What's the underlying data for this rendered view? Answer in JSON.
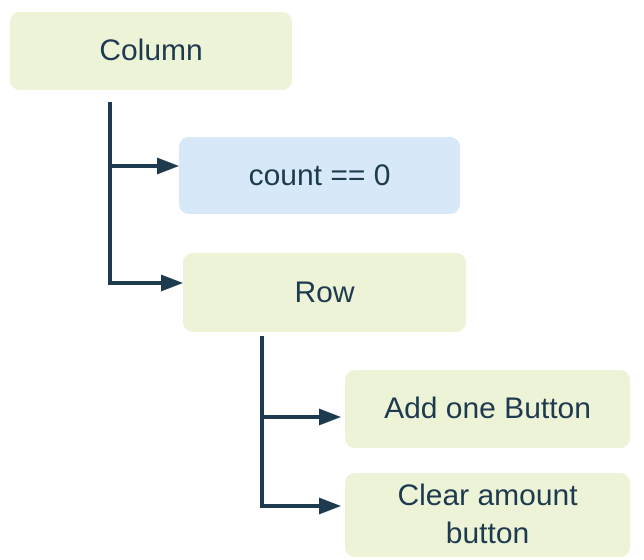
{
  "diagram": {
    "nodes": {
      "column": {
        "label": "Column",
        "type": "widget"
      },
      "condition": {
        "label": "count == 0",
        "type": "condition"
      },
      "row": {
        "label": "Row",
        "type": "widget"
      },
      "add_one_button": {
        "label": "Add one Button",
        "type": "widget"
      },
      "clear_amount_button": {
        "label": "Clear amount button",
        "type": "widget"
      }
    },
    "edges": [
      {
        "from": "column",
        "to": "condition"
      },
      {
        "from": "column",
        "to": "row"
      },
      {
        "from": "row",
        "to": "add_one_button"
      },
      {
        "from": "row",
        "to": "clear_amount_button"
      }
    ],
    "colors": {
      "widget_fill": "#edf3d7",
      "condition_fill": "#d7e9f8",
      "connector": "#1d3a4e",
      "text": "#1d3a4e",
      "background": "#ffffff"
    }
  }
}
